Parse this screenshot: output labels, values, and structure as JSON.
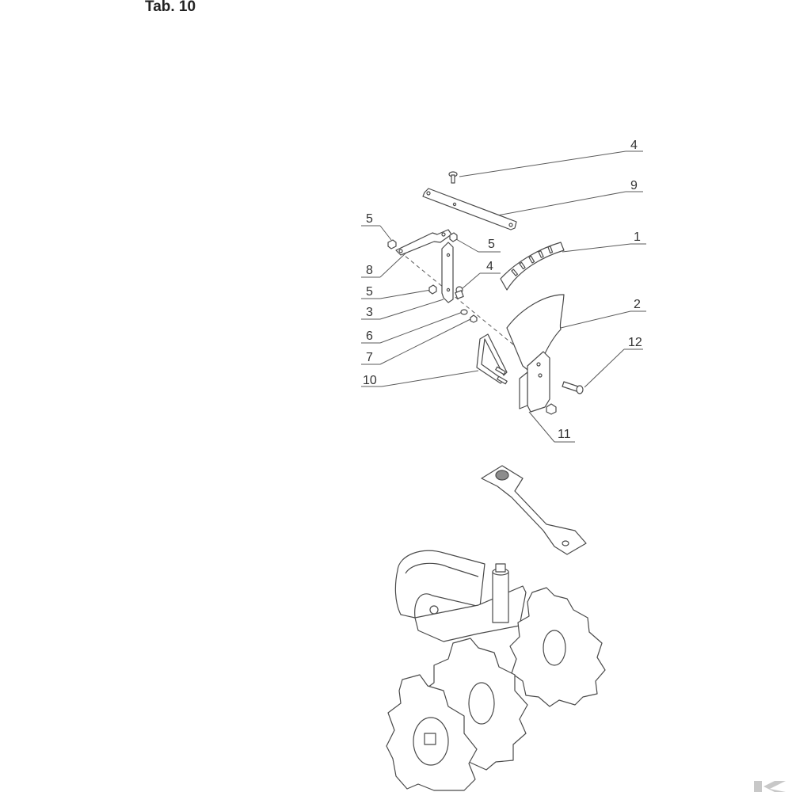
{
  "title": "Tab. 10",
  "callouts": [
    "4",
    "9",
    "5",
    "1",
    "5",
    "8",
    "4",
    "5",
    "3",
    "2",
    "6",
    "7",
    "12",
    "10",
    "11"
  ],
  "colors": {
    "line": "#4a4a4a",
    "shade": "#8c8c8c",
    "logo": "#c8c8c8"
  },
  "icons": {
    "logo": "k-logo-icon"
  }
}
